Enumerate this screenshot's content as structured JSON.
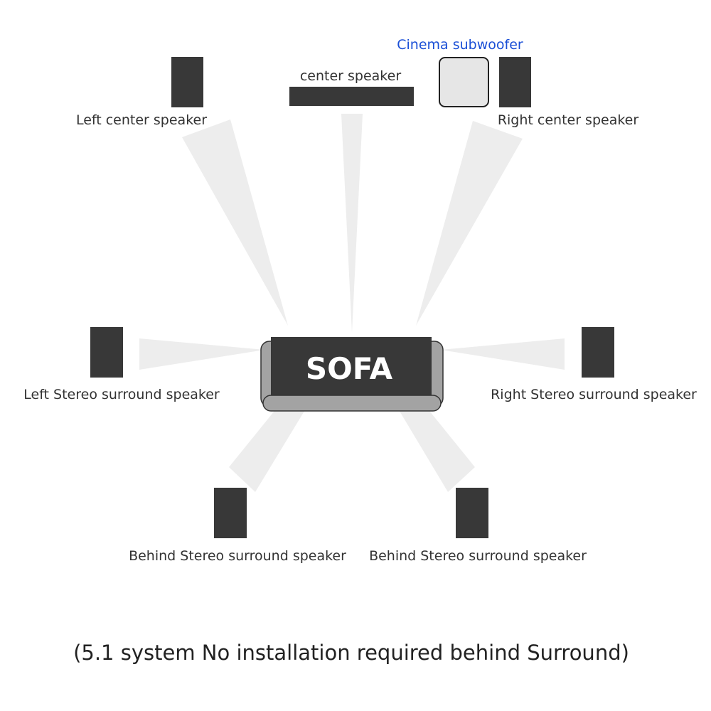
{
  "colors": {
    "speaker": "#383838",
    "beam": "#ededed",
    "subwoofer_fill": "#e6e6e6",
    "sofa_body": "#383838",
    "sofa_frame": "#a3a3a3",
    "accent_blue": "#1a4fd6",
    "label_text": "#333333"
  },
  "speakers": {
    "left_center": "Left center speaker",
    "center": "center speaker",
    "subwoofer": "Cinema subwoofer",
    "right_center": "Right center speaker",
    "left_surround": "Left Stereo surround speaker",
    "right_surround": "Right Stereo surround speaker",
    "behind_left": "Behind Stereo surround speaker",
    "behind_right": "Behind Stereo surround speaker"
  },
  "sofa": {
    "label": "SOFA"
  },
  "caption": "(5.1 system No installation required behind Surround)"
}
